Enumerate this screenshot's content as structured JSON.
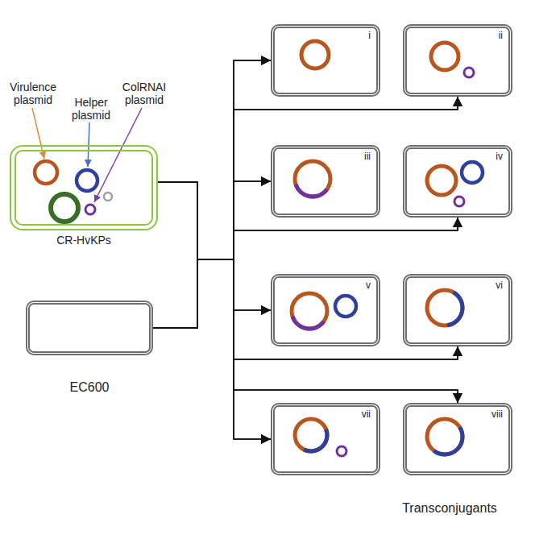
{
  "diagram": {
    "nodes": [
      {
        "text": [
          "CR-HvKPs"
        ]
      },
      {
        "text": [
          "EC600"
        ]
      },
      {
        "text": [
          "i"
        ]
      },
      {
        "text": [
          "ii"
        ]
      },
      {
        "text": [
          "iii"
        ]
      },
      {
        "text": [
          "iv"
        ]
      },
      {
        "text": [
          "v"
        ]
      },
      {
        "text": [
          "vi"
        ]
      },
      {
        "text": [
          "vii"
        ]
      },
      {
        "text": [
          "viii"
        ]
      }
    ],
    "edges": [
      {
        "from": 0,
        "to": 2,
        "arrow": "to"
      },
      {
        "from": 0,
        "to": 3,
        "arrow": "to"
      },
      {
        "from": 0,
        "to": 4,
        "arrow": "to"
      },
      {
        "from": 0,
        "to": 5,
        "arrow": "to"
      },
      {
        "from": 0,
        "to": 6,
        "arrow": "to"
      },
      {
        "from": 0,
        "to": 7,
        "arrow": "to"
      },
      {
        "from": 0,
        "to": 8,
        "arrow": "to"
      },
      {
        "from": 0,
        "to": 9,
        "arrow": "to"
      },
      {
        "from": 1,
        "to": 2,
        "arrow": "to"
      },
      {
        "from": 1,
        "to": 3,
        "arrow": "to"
      },
      {
        "from": 1,
        "to": 4,
        "arrow": "to"
      },
      {
        "from": 1,
        "to": 5,
        "arrow": "to"
      },
      {
        "from": 1,
        "to": 6,
        "arrow": "to"
      },
      {
        "from": 1,
        "to": 7,
        "arrow": "to"
      },
      {
        "from": 1,
        "to": 8,
        "arrow": "to"
      },
      {
        "from": 1,
        "to": 9,
        "arrow": "to"
      }
    ],
    "labels": [
      "Virulence plasmid",
      "Helper plasmid",
      "ColRNAI plasmid",
      "Transconjugants"
    ]
  }
}
